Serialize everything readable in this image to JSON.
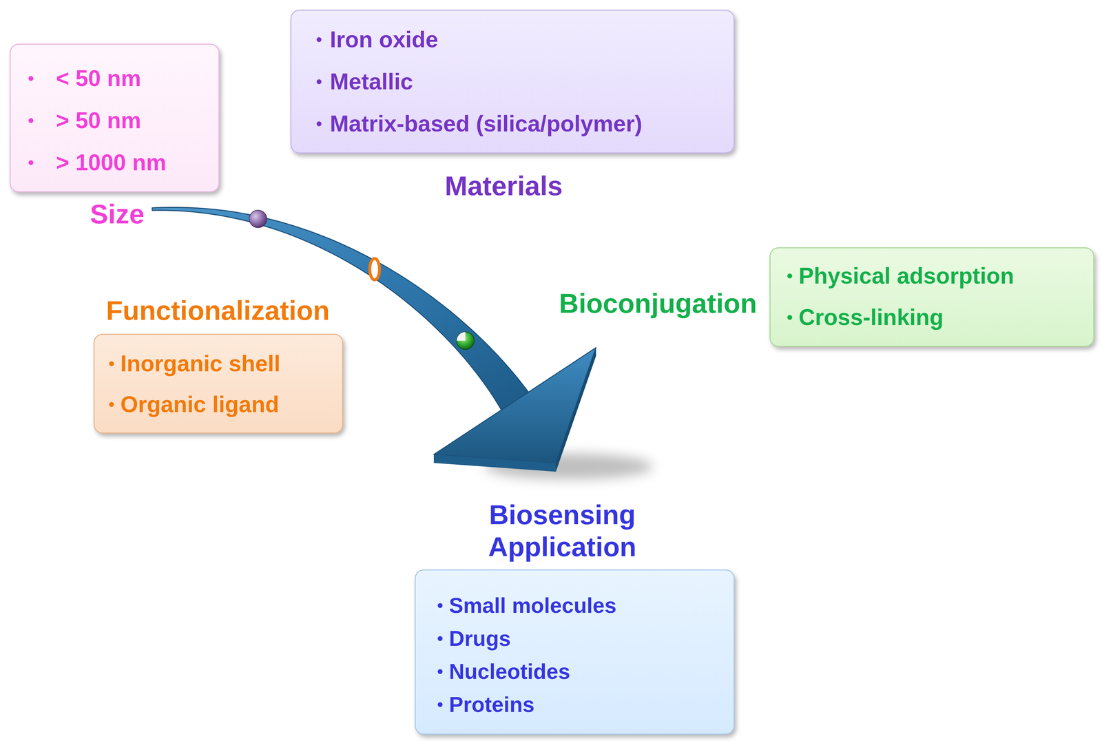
{
  "diagram": {
    "nodes": [
      {
        "text": [
          "Size",
          "< 50 nm",
          "> 50 nm",
          "> 1000 nm"
        ]
      },
      {
        "text": [
          "Materials",
          "Iron oxide",
          "Metallic",
          "Matrix-based (silica/polymer)"
        ]
      },
      {
        "text": [
          "Functionalization",
          "Inorganic shell",
          "Organic ligand"
        ]
      },
      {
        "text": [
          "Bioconjugation",
          "Physical adsorption",
          "Cross-linking"
        ]
      },
      {
        "text": [
          "Biosensing Application",
          "Small molecules",
          "Drugs",
          "Nucleotides",
          "Proteins"
        ]
      }
    ],
    "edges": [
      {
        "from": 0,
        "to": 4,
        "arrow": "to"
      }
    ]
  }
}
